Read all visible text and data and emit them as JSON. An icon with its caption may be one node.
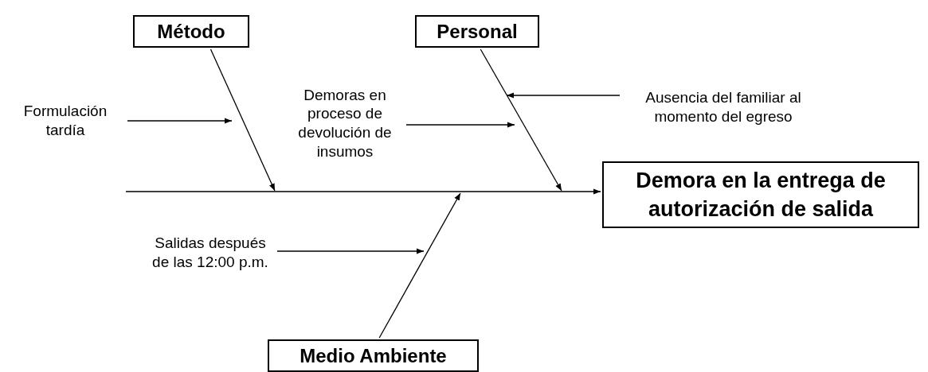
{
  "diagram": {
    "nodes": [
      {
        "text": [
          "Método"
        ]
      },
      {
        "text": [
          "Personal"
        ]
      },
      {
        "text": [
          "Demora en la entrega de autorización de salida"
        ]
      },
      {
        "text": [
          "Medio Ambiente"
        ]
      },
      {
        "text": [
          "Formulación tardía"
        ]
      },
      {
        "text": [
          "Demoras en proceso de devolución de insumos"
        ]
      },
      {
        "text": [
          "Ausencia del familiar al momento del egreso"
        ]
      },
      {
        "text": [
          "Salidas después de las 12:00 p.m."
        ]
      }
    ],
    "edges": [
      {
        "from": null,
        "to": 2,
        "arrow": "to"
      },
      {
        "from": 0,
        "to": null,
        "arrow": "to"
      },
      {
        "from": 1,
        "to": null,
        "arrow": "to"
      },
      {
        "from": 3,
        "to": null,
        "arrow": "to"
      },
      {
        "from": 4,
        "to": null,
        "arrow": "to"
      },
      {
        "from": 5,
        "to": null,
        "arrow": "to"
      },
      {
        "from": 6,
        "to": null,
        "arrow": "to"
      },
      {
        "from": 7,
        "to": null,
        "arrow": "to"
      }
    ]
  }
}
